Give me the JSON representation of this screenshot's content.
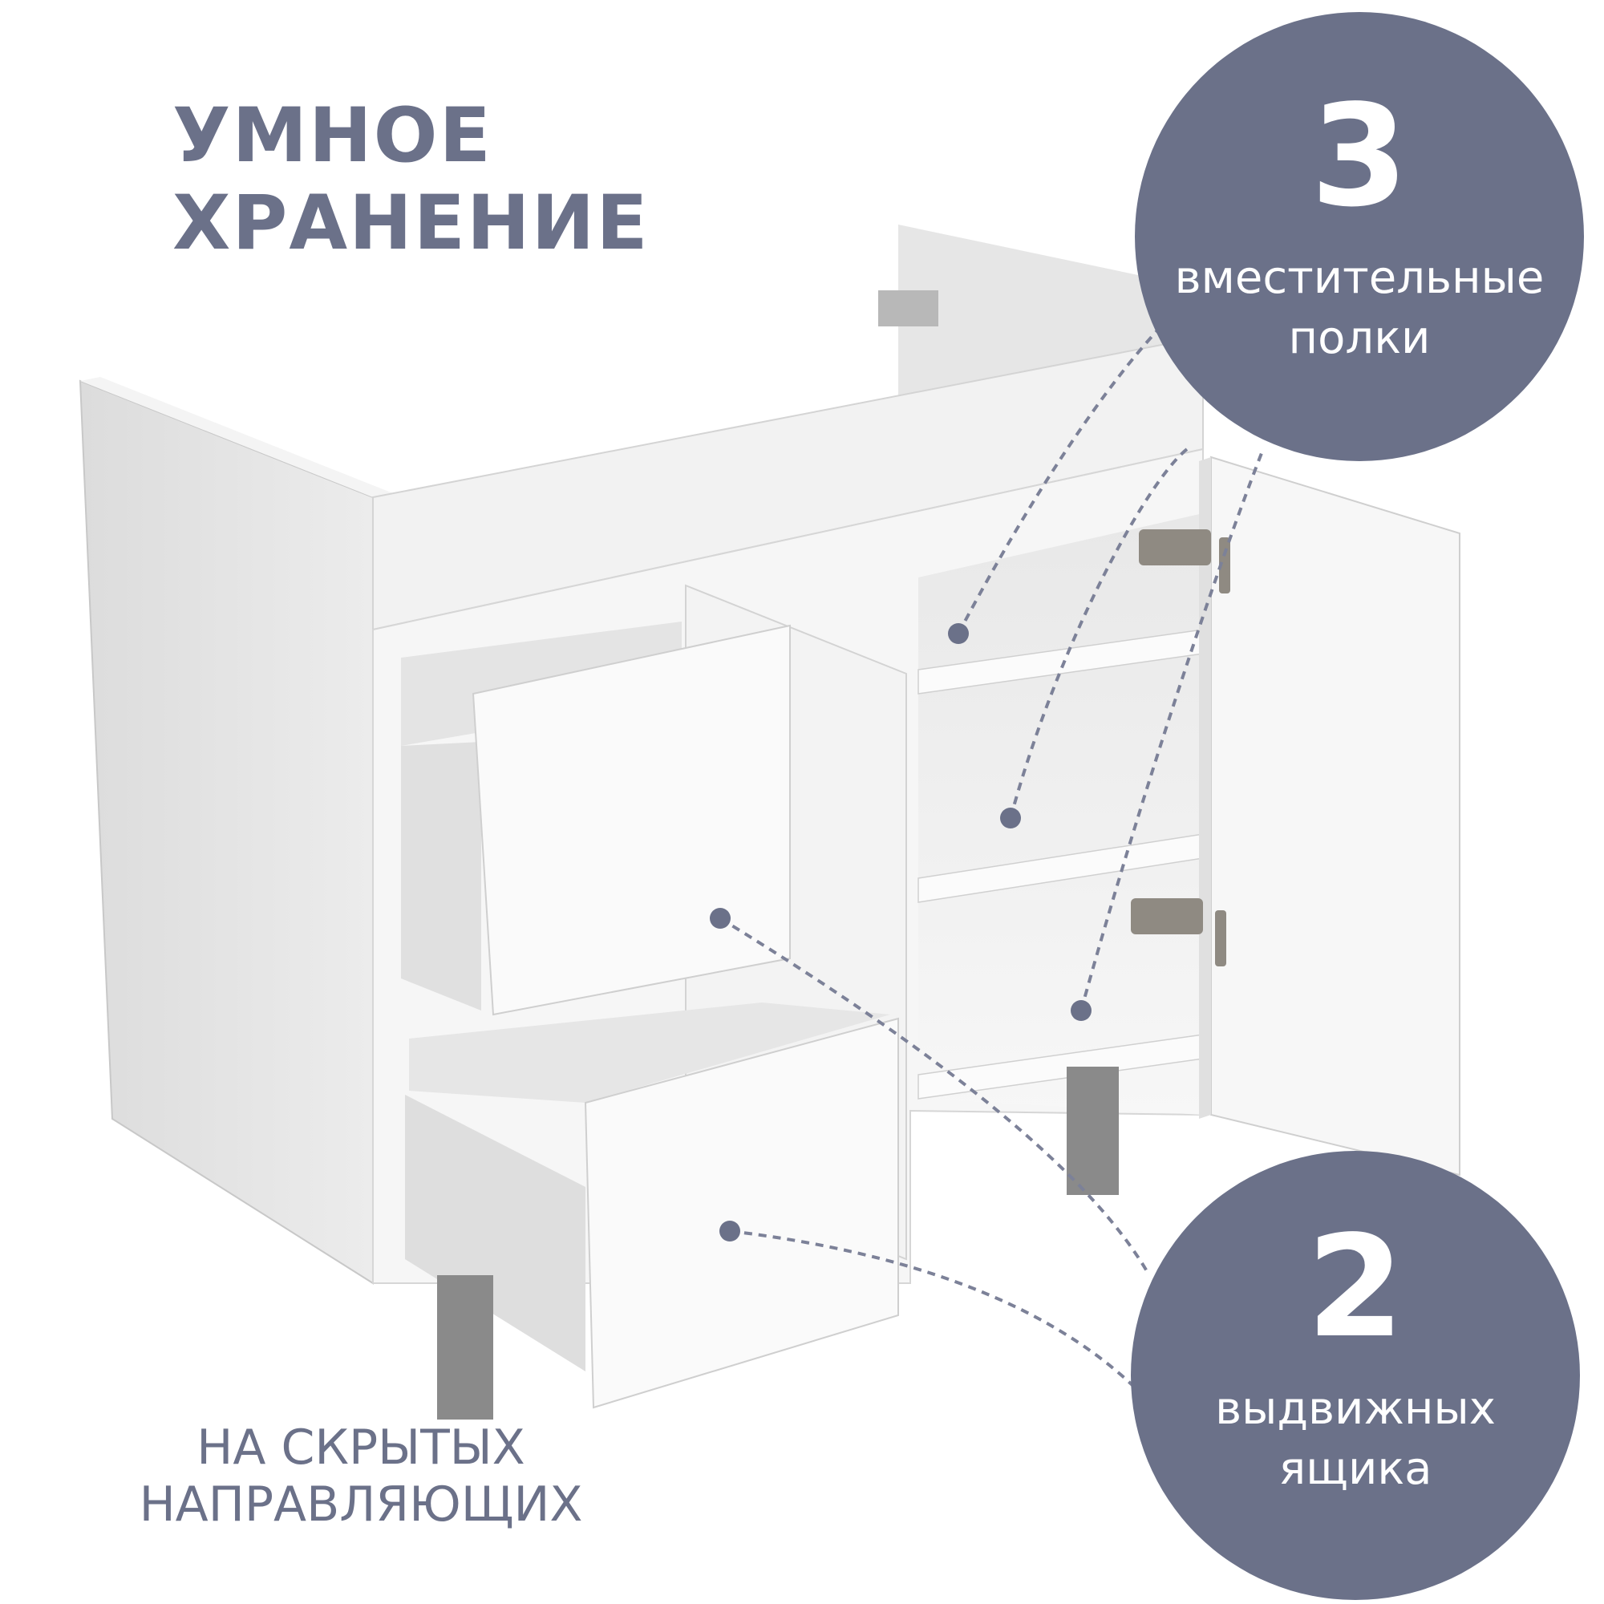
{
  "headline": "УМНОЕ ХРАНЕНИЕ",
  "badges": [
    {
      "number": "3",
      "line1": "вместительные",
      "line2": "полки"
    },
    {
      "number": "2",
      "line1": "выдвижных",
      "line2": "ящика"
    }
  ],
  "footnote": {
    "line1": "НА СКРЫТЫХ",
    "line2": "НАПРАВЛЯЮЩИХ"
  },
  "colors": {
    "accent": "#6b7189",
    "cabinet_white": "#f4f4f4",
    "cabinet_shadow": "#d9d9d9",
    "metal": "#8a8a8a"
  }
}
